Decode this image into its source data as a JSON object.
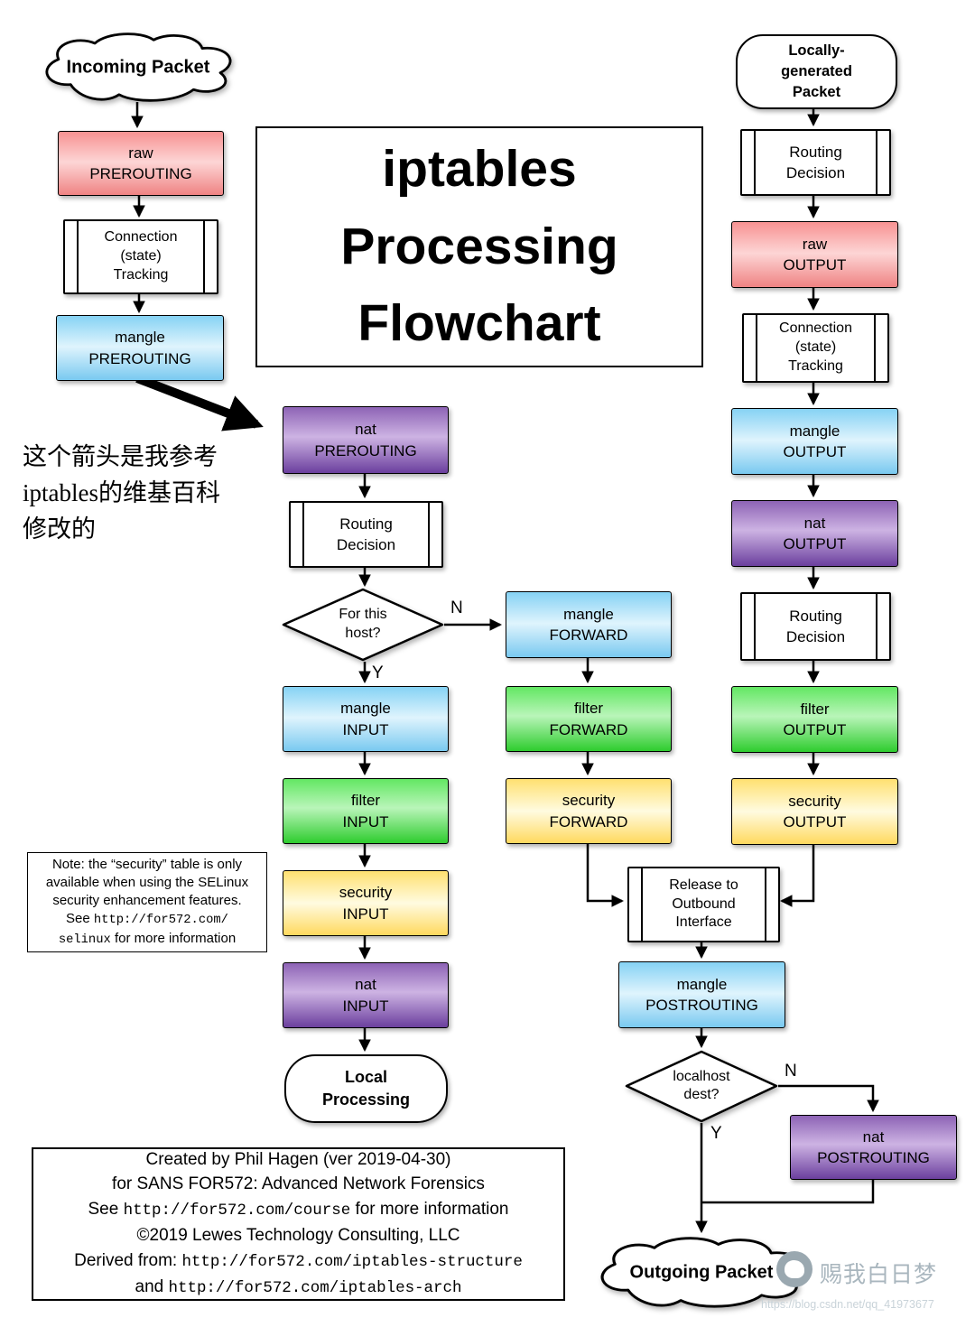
{
  "title": {
    "lines": [
      "iptables",
      "Processing",
      "Flowchart"
    ]
  },
  "annotation": {
    "lines": [
      "这个箭头是我参考",
      "iptables的维基百科",
      "修改的"
    ]
  },
  "left_path": {
    "incoming": "Incoming Packet",
    "raw_prerouting": {
      "l1": "raw",
      "l2": "PREROUTING"
    },
    "conn_tracking": {
      "l1": "Connection",
      "l2": "(state)",
      "l3": "Tracking"
    },
    "mangle_prerouting": {
      "l1": "mangle",
      "l2": "PREROUTING"
    }
  },
  "input_path": {
    "nat_prerouting": {
      "l1": "nat",
      "l2": "PREROUTING"
    },
    "routing_decision": {
      "l1": "Routing",
      "l2": "Decision"
    },
    "for_this_host": {
      "l1": "For this",
      "l2": "host?"
    },
    "mangle_input": {
      "l1": "mangle",
      "l2": "INPUT"
    },
    "filter_input": {
      "l1": "filter",
      "l2": "INPUT"
    },
    "security_input": {
      "l1": "security",
      "l2": "INPUT"
    },
    "nat_input": {
      "l1": "nat",
      "l2": "INPUT"
    },
    "local_processing": {
      "l1": "Local",
      "l2": "Processing"
    }
  },
  "forward_path": {
    "mangle_forward": {
      "l1": "mangle",
      "l2": "FORWARD"
    },
    "filter_forward": {
      "l1": "filter",
      "l2": "FORWARD"
    },
    "security_forward": {
      "l1": "security",
      "l2": "FORWARD"
    }
  },
  "output_path": {
    "locally_generated": {
      "l1": "Locally-",
      "l2": "generated",
      "l3": "Packet"
    },
    "routing_decision_1": {
      "l1": "Routing",
      "l2": "Decision"
    },
    "raw_output": {
      "l1": "raw",
      "l2": "OUTPUT"
    },
    "conn_tracking": {
      "l1": "Connection",
      "l2": "(state)",
      "l3": "Tracking"
    },
    "mangle_output": {
      "l1": "mangle",
      "l2": "OUTPUT"
    },
    "nat_output": {
      "l1": "nat",
      "l2": "OUTPUT"
    },
    "routing_decision_2": {
      "l1": "Routing",
      "l2": "Decision"
    },
    "filter_output": {
      "l1": "filter",
      "l2": "OUTPUT"
    },
    "security_output": {
      "l1": "security",
      "l2": "OUTPUT"
    }
  },
  "post_path": {
    "release": {
      "l1": "Release to",
      "l2": "Outbound",
      "l3": "Interface"
    },
    "mangle_postrouting": {
      "l1": "mangle",
      "l2": "POSTROUTING"
    },
    "localhost_dest": {
      "l1": "localhost",
      "l2": "dest?"
    },
    "nat_postrouting": {
      "l1": "nat",
      "l2": "POSTROUTING"
    },
    "outgoing": "Outgoing Packet"
  },
  "branch_labels": {
    "yes": "Y",
    "no": "N"
  },
  "note_box": {
    "line1": "Note: the “security” table is only",
    "line2": "available when using the SELinux",
    "line3": "security enhancement features.",
    "line4_prefix": "See ",
    "line4_url": "http://for572.com/",
    "line5_url": "selinux",
    "line5_suffix": " for more information"
  },
  "credits_box": {
    "line1": "Created by Phil Hagen (ver 2019-04-30)",
    "line2": "for SANS FOR572: Advanced Network Forensics",
    "line3_prefix": "See ",
    "line3_url": "http://for572.com/course",
    "line3_suffix": " for more information",
    "line4": "©2019 Lewes Technology Consulting, LLC",
    "line5_prefix": "Derived from: ",
    "line5_url": "http://for572.com/iptables-structure",
    "line6_prefix": "and ",
    "line6_url": "http://for572.com/iptables-arch"
  },
  "watermark": {
    "name": "赐我白日梦",
    "url": "https://blog.csdn.net/qq_41973677"
  },
  "colors": {
    "raw_table": "#f79292",
    "mangle_table": "#86d2f4",
    "filter_table": "#63e763",
    "security_table": "#ffe070",
    "nat_table": "#8d63b5",
    "process_fill": "#ffffff",
    "line": "#000000"
  }
}
